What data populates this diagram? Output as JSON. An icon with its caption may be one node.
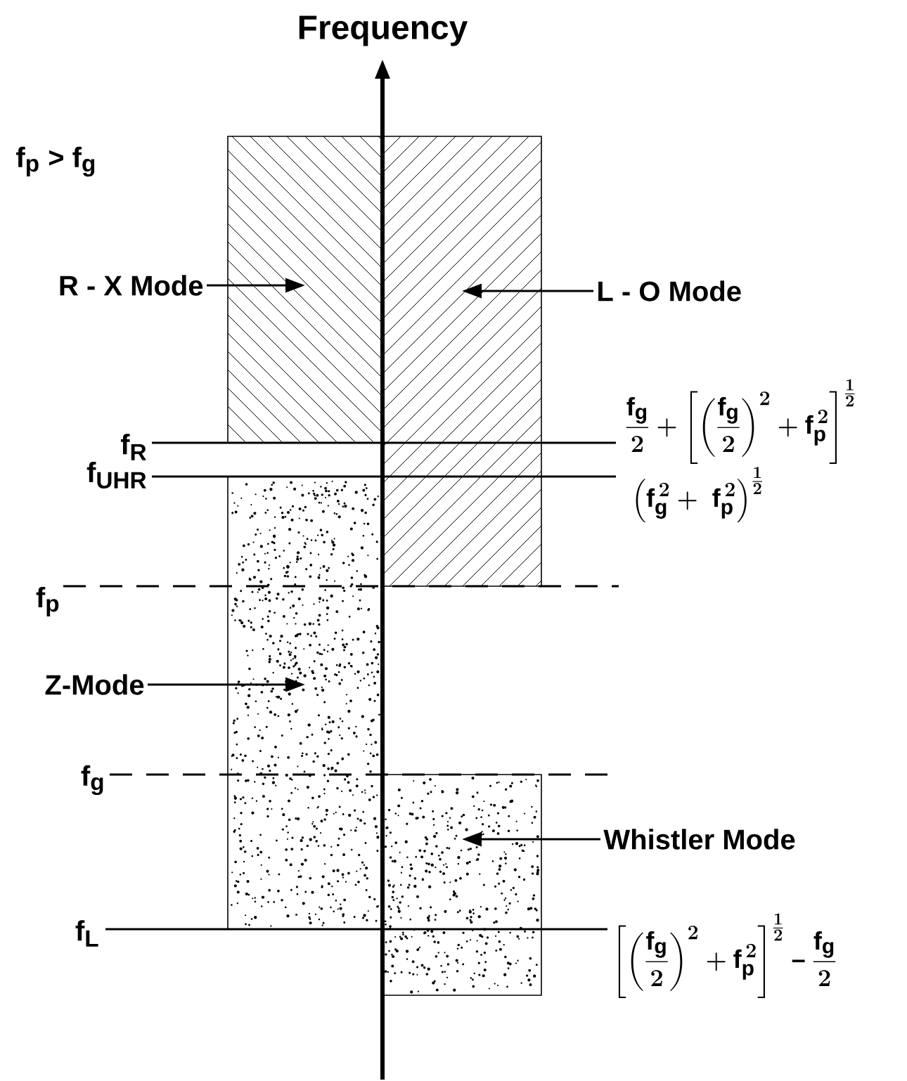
{
  "diagram": {
    "nodes": [
      {
        "text": [
          "R - X Mode"
        ]
      },
      {
        "text": [],
        "shape": "box"
      },
      {
        "text": [
          "L - O Mode"
        ]
      },
      {
        "text": [],
        "shape": "box"
      },
      {
        "text": [
          "Z-Mode"
        ]
      },
      {
        "text": [],
        "shape": "box"
      },
      {
        "text": [
          "Whistler Mode"
        ]
      },
      {
        "text": [],
        "shape": "box"
      }
    ],
    "edges": [
      {
        "from": 0,
        "to": 1,
        "arrow": "to"
      },
      {
        "from": 2,
        "to": 3,
        "arrow": "to"
      },
      {
        "from": 4,
        "to": 5,
        "arrow": "to"
      },
      {
        "from": 6,
        "to": 7,
        "arrow": "to"
      }
    ],
    "labels": [
      "Frequency",
      "f$_{p}$ > f$_{g}$",
      "f$_{R}$",
      "\\frac{f_g}{2}+\\left[\\left(\\frac{f_g}{2}\\right)^2+f_p^{\\,2}\\right]^{\\frac{1}{2}}",
      "f$_{UHR}$",
      "\\left(f_g^{\\,2}+\\;f_p^{\\,2}\\right)^{\\frac{1}{2}}",
      "f$_{p}$",
      "f$_{g}$",
      "f$_{L}$",
      "\\left[\\left(\\frac{f_g}{2}\\right)^2+f_p^{\\,2}\\right]^{\\frac{1}{2}}-\\frac{f_g}{2}"
    ]
  }
}
